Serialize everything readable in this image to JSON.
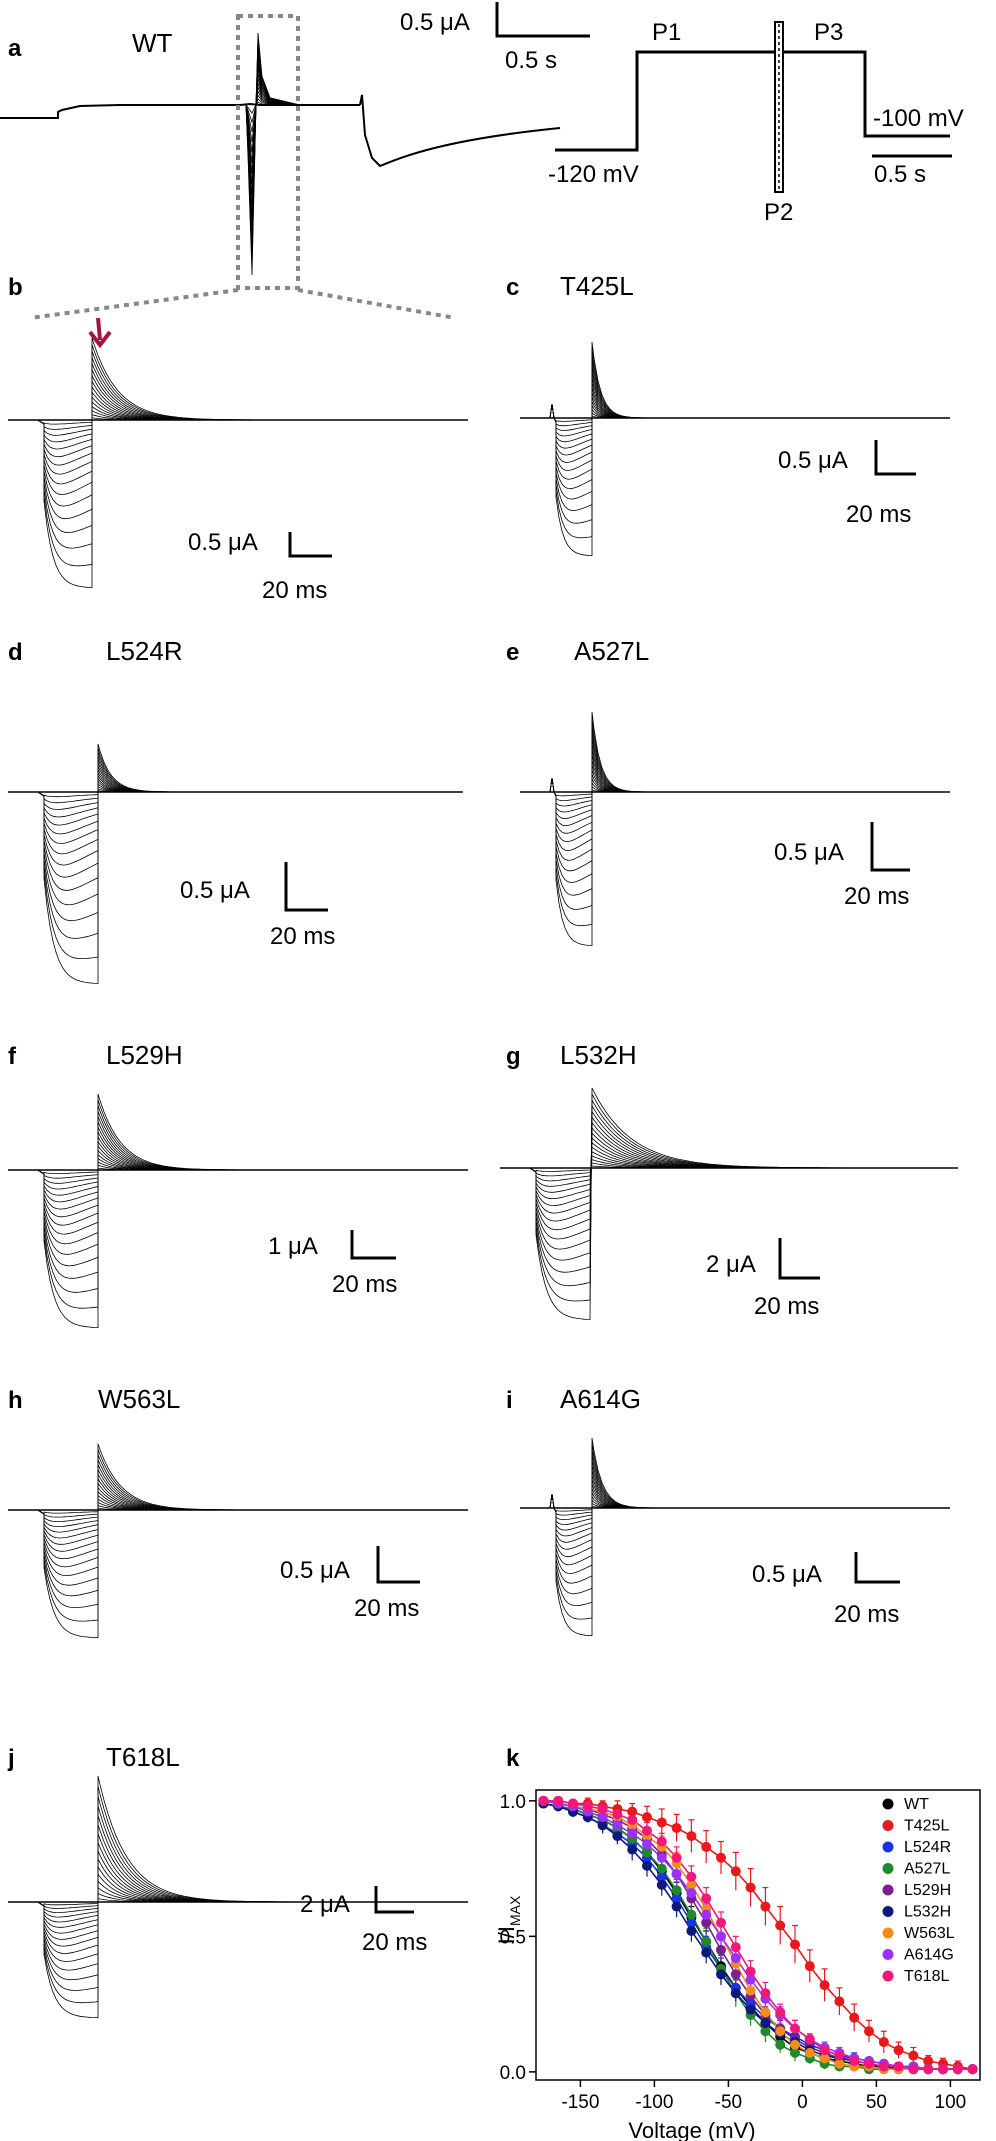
{
  "panel_a": {
    "label": "a",
    "construct": "WT",
    "current_scale": "0.5 μA",
    "time_scale": "0.5 s",
    "protocol": {
      "p1": "P1",
      "p2": "P2",
      "p3": "P3",
      "v_hold": "-120 mV",
      "v_end": "-100 mV",
      "time_scale": "0.5 s"
    }
  },
  "panels": [
    {
      "id": "b",
      "label": "b",
      "construct": "",
      "current_scale": "0.5 μA",
      "time_scale": "20 ms",
      "arrow": true
    },
    {
      "id": "c",
      "label": "c",
      "construct": "T425L",
      "current_scale": "0.5 μA",
      "time_scale": "20 ms"
    },
    {
      "id": "d",
      "label": "d",
      "construct": "L524R",
      "current_scale": "0.5 μA",
      "time_scale": "20 ms"
    },
    {
      "id": "e",
      "label": "e",
      "construct": "A527L",
      "current_scale": "0.5 μA",
      "time_scale": "20 ms"
    },
    {
      "id": "f",
      "label": "f",
      "construct": "L529H",
      "current_scale": "1 μA",
      "time_scale": "20 ms"
    },
    {
      "id": "g",
      "label": "g",
      "construct": "L532H",
      "current_scale": "2 μA",
      "time_scale": "20 ms"
    },
    {
      "id": "h",
      "label": "h",
      "construct": "W563L",
      "current_scale": "0.5 μA",
      "time_scale": "20 ms"
    },
    {
      "id": "i",
      "label": "i",
      "construct": "A614G",
      "current_scale": "0.5 μA",
      "time_scale": "20 ms"
    },
    {
      "id": "j",
      "label": "j",
      "construct": "T618L",
      "current_scale": "2 μA",
      "time_scale": "20 ms"
    }
  ],
  "chart_data": {
    "type": "scatter",
    "panel_label": "k",
    "title": "",
    "xlabel": "Voltage (mV)",
    "ylabel": "I/I",
    "ylabel_sub": "MAX",
    "xlim": [
      -180,
      120
    ],
    "ylim": [
      -0.03,
      1.04
    ],
    "x_ticks": [
      -150,
      -100,
      -50,
      0,
      50,
      100
    ],
    "x_tick_labels": [
      "-150",
      "-100",
      "-50",
      "0",
      "50",
      "100"
    ],
    "y_ticks": [
      0.0,
      0.5,
      1.0
    ],
    "y_tick_labels": [
      "0.0",
      "0.5",
      "1.0"
    ],
    "x": [
      -175,
      -165,
      -155,
      -145,
      -135,
      -125,
      -115,
      -105,
      -95,
      -85,
      -75,
      -65,
      -55,
      -45,
      -35,
      -25,
      -15,
      -5,
      5,
      15,
      25,
      35,
      45,
      55,
      65,
      75,
      85,
      95,
      105,
      115
    ],
    "series": [
      {
        "name": "WT",
        "color": "#000000",
        "y": [
          0.99,
          0.98,
          0.97,
          0.95,
          0.93,
          0.9,
          0.86,
          0.81,
          0.74,
          0.66,
          0.57,
          0.48,
          0.39,
          0.31,
          0.24,
          0.18,
          0.13,
          0.09,
          0.07,
          0.05,
          0.04,
          0.03,
          0.02,
          0.02,
          0.01,
          0.01,
          0.01,
          0.01,
          0.01,
          0.01
        ],
        "err": [
          0.01,
          0.01,
          0.02,
          0.02,
          0.03,
          0.03,
          0.03,
          0.04,
          0.04,
          0.04,
          0.04,
          0.04,
          0.04,
          0.03,
          0.03,
          0.03,
          0.02,
          0.02,
          0.02,
          0.01,
          0.01,
          0.01,
          0.01,
          0.01,
          0.01,
          0.01,
          0.01,
          0.01,
          0.01,
          0.01
        ]
      },
      {
        "name": "T425L",
        "color": "#e8191c",
        "y": [
          1.0,
          1.0,
          0.99,
          0.99,
          0.98,
          0.97,
          0.96,
          0.94,
          0.92,
          0.9,
          0.87,
          0.83,
          0.79,
          0.74,
          0.68,
          0.61,
          0.54,
          0.47,
          0.39,
          0.32,
          0.26,
          0.2,
          0.15,
          0.11,
          0.08,
          0.06,
          0.04,
          0.03,
          0.02,
          0.01
        ],
        "err": [
          0.01,
          0.01,
          0.01,
          0.02,
          0.02,
          0.03,
          0.03,
          0.04,
          0.05,
          0.05,
          0.06,
          0.06,
          0.06,
          0.07,
          0.07,
          0.07,
          0.07,
          0.07,
          0.06,
          0.06,
          0.05,
          0.05,
          0.04,
          0.04,
          0.03,
          0.03,
          0.02,
          0.02,
          0.02,
          0.01
        ]
      },
      {
        "name": "L524R",
        "color": "#1a33e8",
        "y": [
          0.99,
          0.98,
          0.96,
          0.94,
          0.91,
          0.88,
          0.84,
          0.79,
          0.72,
          0.64,
          0.55,
          0.46,
          0.38,
          0.31,
          0.25,
          0.2,
          0.16,
          0.13,
          0.1,
          0.08,
          0.06,
          0.05,
          0.04,
          0.03,
          0.02,
          0.02,
          0.01,
          0.01,
          0.01,
          0.01
        ],
        "err": [
          0.01,
          0.01,
          0.02,
          0.02,
          0.03,
          0.03,
          0.03,
          0.04,
          0.04,
          0.04,
          0.04,
          0.04,
          0.04,
          0.04,
          0.03,
          0.03,
          0.03,
          0.03,
          0.02,
          0.02,
          0.02,
          0.02,
          0.01,
          0.01,
          0.01,
          0.01,
          0.01,
          0.01,
          0.01,
          0.01
        ]
      },
      {
        "name": "A527L",
        "color": "#1f8a2c",
        "y": [
          0.99,
          0.98,
          0.97,
          0.95,
          0.93,
          0.9,
          0.86,
          0.81,
          0.75,
          0.67,
          0.58,
          0.48,
          0.38,
          0.29,
          0.21,
          0.15,
          0.1,
          0.07,
          0.05,
          0.03,
          0.02,
          0.02,
          0.01,
          0.01,
          0.01,
          0.01,
          0.01,
          0.01,
          0.01,
          0.01
        ],
        "err": [
          0.01,
          0.01,
          0.02,
          0.02,
          0.03,
          0.03,
          0.03,
          0.04,
          0.04,
          0.04,
          0.05,
          0.05,
          0.05,
          0.05,
          0.04,
          0.04,
          0.03,
          0.03,
          0.02,
          0.02,
          0.01,
          0.01,
          0.01,
          0.01,
          0.01,
          0.01,
          0.01,
          0.01,
          0.01,
          0.01
        ]
      },
      {
        "name": "L529H",
        "color": "#7b1f8f",
        "y": [
          1.0,
          0.99,
          0.98,
          0.97,
          0.95,
          0.93,
          0.9,
          0.86,
          0.8,
          0.73,
          0.64,
          0.55,
          0.45,
          0.36,
          0.28,
          0.21,
          0.16,
          0.12,
          0.09,
          0.07,
          0.05,
          0.04,
          0.03,
          0.02,
          0.02,
          0.01,
          0.01,
          0.01,
          0.01,
          0.01
        ],
        "err": [
          0.01,
          0.01,
          0.01,
          0.02,
          0.02,
          0.03,
          0.03,
          0.03,
          0.04,
          0.04,
          0.04,
          0.04,
          0.04,
          0.04,
          0.03,
          0.03,
          0.03,
          0.02,
          0.02,
          0.02,
          0.01,
          0.01,
          0.01,
          0.01,
          0.01,
          0.01,
          0.01,
          0.01,
          0.01,
          0.01
        ]
      },
      {
        "name": "L532H",
        "color": "#0d1a7a",
        "y": [
          0.99,
          0.98,
          0.96,
          0.94,
          0.91,
          0.87,
          0.82,
          0.76,
          0.69,
          0.61,
          0.52,
          0.44,
          0.36,
          0.29,
          0.23,
          0.18,
          0.14,
          0.11,
          0.08,
          0.06,
          0.05,
          0.04,
          0.03,
          0.02,
          0.02,
          0.01,
          0.01,
          0.01,
          0.01,
          0.01
        ],
        "err": [
          0.01,
          0.01,
          0.02,
          0.02,
          0.03,
          0.03,
          0.04,
          0.04,
          0.04,
          0.04,
          0.04,
          0.04,
          0.04,
          0.03,
          0.03,
          0.03,
          0.03,
          0.02,
          0.02,
          0.02,
          0.02,
          0.01,
          0.01,
          0.01,
          0.01,
          0.01,
          0.01,
          0.01,
          0.01,
          0.01
        ]
      },
      {
        "name": "W563L",
        "color": "#f28c1c",
        "y": [
          1.0,
          0.99,
          0.98,
          0.97,
          0.96,
          0.94,
          0.91,
          0.87,
          0.83,
          0.77,
          0.69,
          0.6,
          0.5,
          0.4,
          0.3,
          0.22,
          0.15,
          0.1,
          0.07,
          0.05,
          0.03,
          0.02,
          0.02,
          0.01,
          0.01,
          0.01,
          0.01,
          0.01,
          0.01,
          0.01
        ],
        "err": [
          0.01,
          0.01,
          0.01,
          0.02,
          0.02,
          0.02,
          0.03,
          0.03,
          0.04,
          0.04,
          0.04,
          0.04,
          0.05,
          0.05,
          0.04,
          0.04,
          0.03,
          0.03,
          0.02,
          0.02,
          0.01,
          0.01,
          0.01,
          0.01,
          0.01,
          0.01,
          0.01,
          0.01,
          0.01,
          0.01
        ]
      },
      {
        "name": "A614G",
        "color": "#9b30ff",
        "y": [
          1.0,
          0.99,
          0.98,
          0.96,
          0.94,
          0.91,
          0.88,
          0.84,
          0.79,
          0.73,
          0.66,
          0.58,
          0.5,
          0.42,
          0.34,
          0.27,
          0.21,
          0.16,
          0.12,
          0.09,
          0.07,
          0.05,
          0.04,
          0.03,
          0.02,
          0.02,
          0.01,
          0.01,
          0.01,
          0.01
        ],
        "err": [
          0.01,
          0.01,
          0.01,
          0.02,
          0.02,
          0.03,
          0.03,
          0.03,
          0.04,
          0.04,
          0.04,
          0.04,
          0.04,
          0.04,
          0.04,
          0.03,
          0.03,
          0.03,
          0.02,
          0.02,
          0.02,
          0.01,
          0.01,
          0.01,
          0.01,
          0.01,
          0.01,
          0.01,
          0.01,
          0.01
        ]
      },
      {
        "name": "T618L",
        "color": "#f0197a",
        "y": [
          1.0,
          1.0,
          0.99,
          0.98,
          0.97,
          0.95,
          0.93,
          0.89,
          0.85,
          0.79,
          0.72,
          0.64,
          0.55,
          0.46,
          0.37,
          0.29,
          0.22,
          0.16,
          0.12,
          0.08,
          0.06,
          0.04,
          0.03,
          0.02,
          0.02,
          0.01,
          0.01,
          0.01,
          0.01,
          0.01
        ],
        "err": [
          0.01,
          0.01,
          0.01,
          0.01,
          0.02,
          0.02,
          0.03,
          0.03,
          0.03,
          0.04,
          0.04,
          0.04,
          0.04,
          0.04,
          0.04,
          0.04,
          0.03,
          0.03,
          0.02,
          0.02,
          0.02,
          0.01,
          0.01,
          0.01,
          0.01,
          0.01,
          0.01,
          0.01,
          0.01,
          0.01
        ]
      }
    ],
    "legend": {
      "placement": "top-right"
    }
  }
}
